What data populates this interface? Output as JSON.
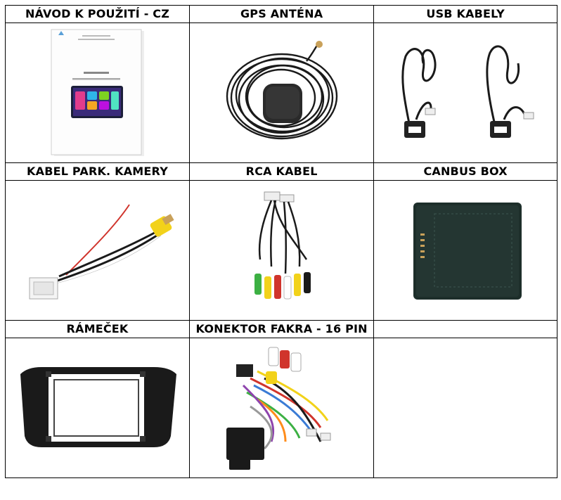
{
  "items": [
    {
      "label": "NÁVOD K POUŽITÍ - CZ",
      "icon": "manual-booklet-icon"
    },
    {
      "label": "GPS ANTÉNA",
      "icon": "gps-antenna-icon"
    },
    {
      "label": "USB KABELY",
      "icon": "usb-cables-icon"
    },
    {
      "label": "KABEL PARK. KAMERY",
      "icon": "camera-cable-icon"
    },
    {
      "label": "RCA KABEL",
      "icon": "rca-cable-icon"
    },
    {
      "label": "CANBUS BOX",
      "icon": "canbus-box-icon"
    },
    {
      "label": "RÁMEČEK",
      "icon": "frame-icon"
    },
    {
      "label": "KONEKTOR FAKRA - 16 PIN",
      "icon": "fakra-connector-icon"
    }
  ]
}
